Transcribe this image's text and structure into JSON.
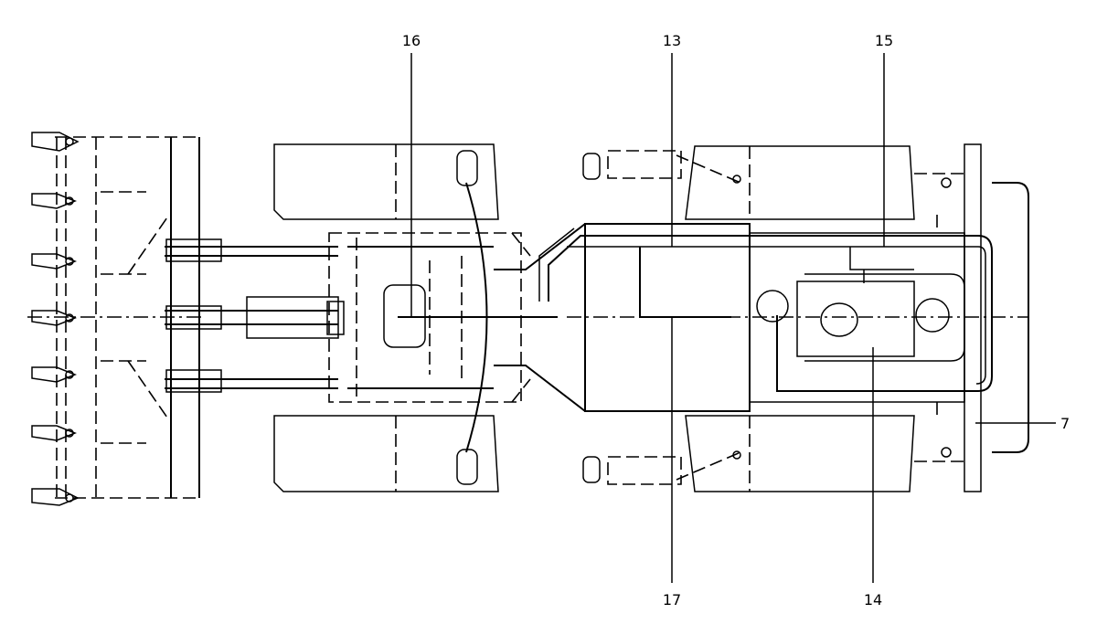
{
  "callouts": {
    "c16": "16",
    "c13": "13",
    "c15": "15",
    "c7": "7",
    "c17": "17",
    "c14": "14"
  }
}
